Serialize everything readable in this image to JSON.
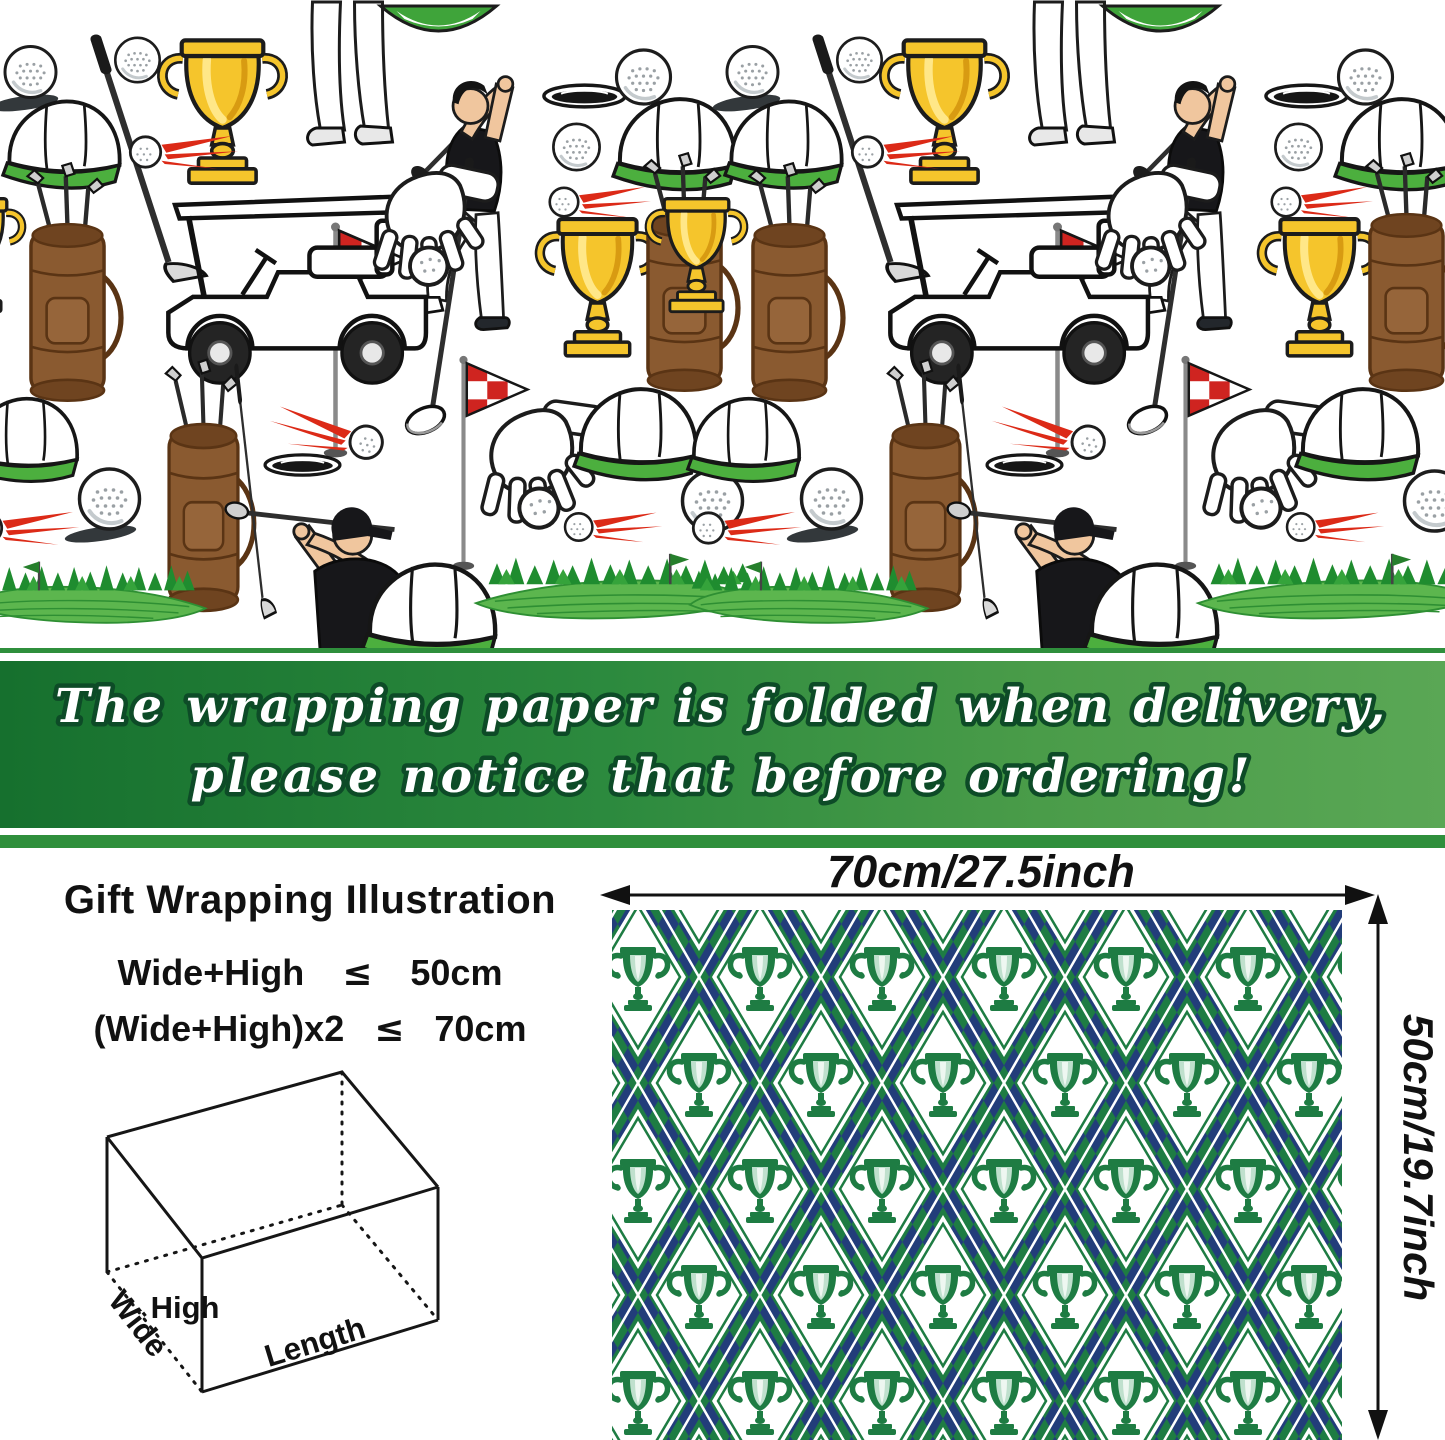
{
  "banner": {
    "line1": "The wrapping paper is folded when delivery,",
    "line2": "please notice that before ordering!"
  },
  "gift_wrapping": {
    "title": "Gift Wrapping Illustration",
    "rules": [
      {
        "expr": "Wide+High",
        "operator": "≤",
        "limit": "50cm"
      },
      {
        "expr": "(Wide+High)x2",
        "operator": "≤",
        "limit": "70cm"
      }
    ],
    "box_labels": {
      "wide": "Wide",
      "high": "High",
      "length": "Length"
    }
  },
  "dimensions": {
    "width_label": "70cm/27.5inch",
    "height_label": "50cm/19.7inch"
  },
  "patterns": {
    "top_swatch_motifs": [
      "golfer-swinging",
      "golf-cart",
      "gold-trophy",
      "golf-ball",
      "trucker-cap",
      "golf-glove-with-ball",
      "golf-bag",
      "checkered-flag",
      "golf-hole",
      "golf-ball-comet",
      "putting-green-with-trees",
      "golf-club"
    ],
    "argyle_swatch": {
      "motif": "trophy-icon",
      "green": "#1e7c43",
      "navy": "#223d7a",
      "white": "#ffffff"
    }
  },
  "colors": {
    "banner_gradient_left": "#16702e",
    "banner_gradient_right": "#5aa755",
    "banner_text": "#ffffff",
    "banner_text_outline": "#0d4b27",
    "grass_green": "#4caf3e",
    "gold": "#f5c52c",
    "bag_brown": "#8a5a30",
    "comet_red": "#dc2a17",
    "ink": "#1c1c1c"
  }
}
